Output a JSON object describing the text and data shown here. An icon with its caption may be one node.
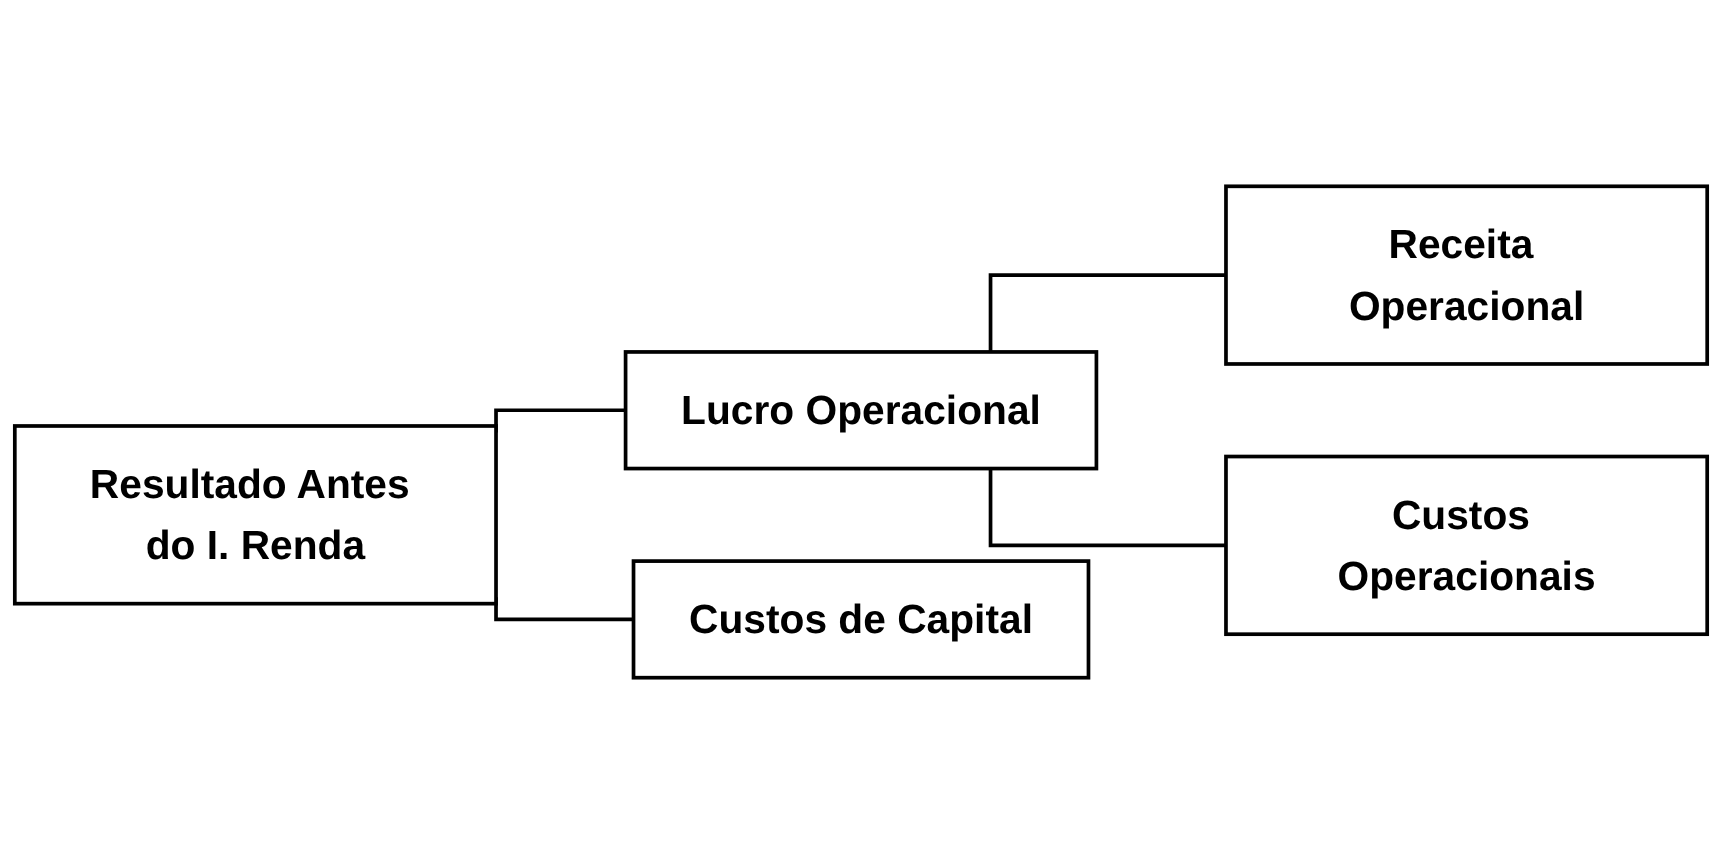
{
  "diagram": {
    "nodes": [
      {
        "text": [
          "Resultado Antes do I. Renda"
        ]
      },
      {
        "text": [
          "Lucro Operacional"
        ]
      },
      {
        "text": [
          "Receita Operacional"
        ]
      },
      {
        "text": [
          "Custos Operacionais"
        ]
      },
      {
        "text": [
          "Custos de Capital"
        ]
      }
    ],
    "edges": [
      {
        "from": 0,
        "to": 1,
        "arrow": "none"
      },
      {
        "from": 0,
        "to": 4,
        "arrow": "none"
      },
      {
        "from": 1,
        "to": 2,
        "arrow": "none"
      },
      {
        "from": 1,
        "to": 3,
        "arrow": "none"
      }
    ]
  }
}
